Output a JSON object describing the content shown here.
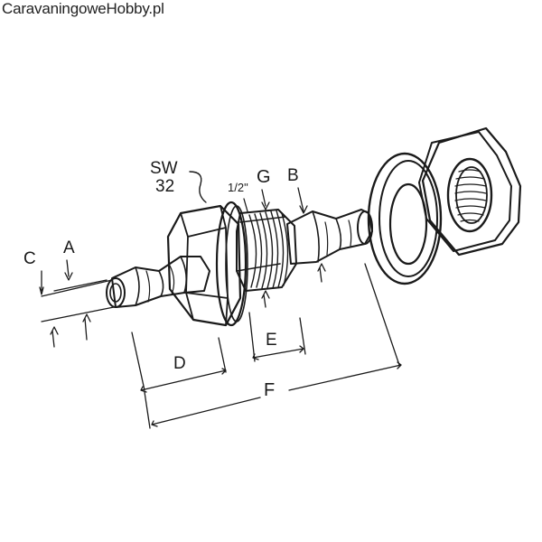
{
  "site": {
    "watermark": "CaravaningoweHobby.pl"
  },
  "diagram": {
    "labels": {
      "wrench": "SW",
      "wrench_size": "32",
      "thread_size": "1/2\"",
      "A": "A",
      "B": "B",
      "C": "C",
      "D": "D",
      "E": "E",
      "F": "F",
      "G": "G"
    }
  }
}
